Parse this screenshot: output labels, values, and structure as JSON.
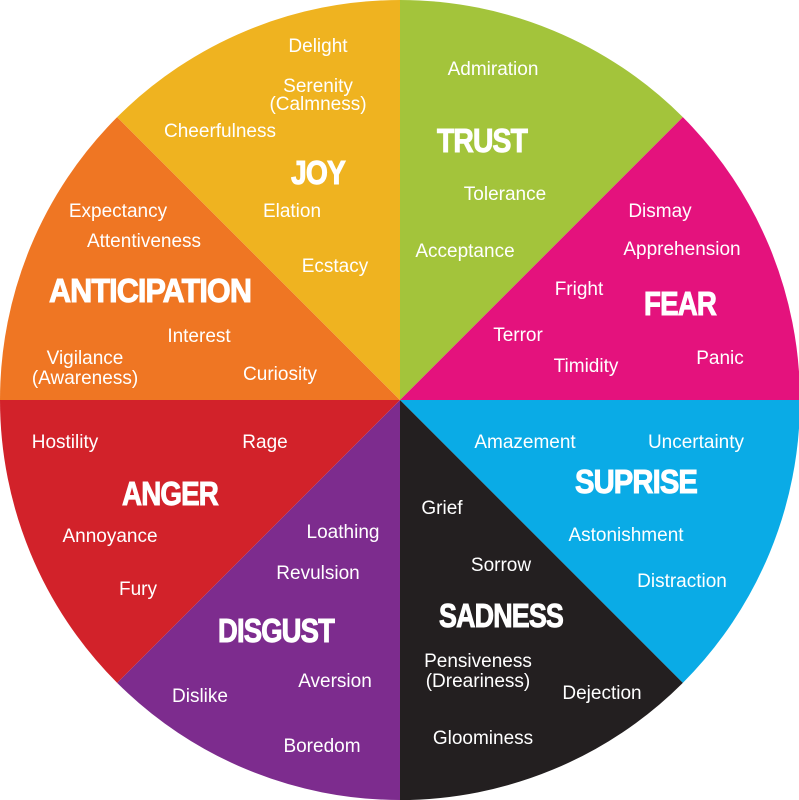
{
  "emotions": [
    {
      "name": "TRUST",
      "color": "#a3c43b",
      "labels": [
        "Admiration",
        "Tolerance",
        "Acceptance"
      ]
    },
    {
      "name": "FEAR",
      "color": "#e4127d",
      "labels": [
        "Dismay",
        "Apprehension",
        "Fright",
        "Terror",
        "Timidity",
        "Panic"
      ]
    },
    {
      "name": "SUPRISE",
      "color": "#0aabe6",
      "labels": [
        "Amazement",
        "Uncertainty",
        "Astonishment",
        "Distraction"
      ]
    },
    {
      "name": "SADNESS",
      "color": "#231f20",
      "labels": [
        "Grief",
        "Sorrow",
        "Pensiveness",
        "(Dreariness)",
        "Dejection",
        "Gloominess"
      ]
    },
    {
      "name": "DISGUST",
      "color": "#7d2c8e",
      "labels": [
        "Loathing",
        "Revulsion",
        "Aversion",
        "Dislike",
        "Boredom"
      ]
    },
    {
      "name": "ANGER",
      "color": "#d2222a",
      "labels": [
        "Hostility",
        "Rage",
        "Annoyance",
        "Fury"
      ]
    },
    {
      "name": "ANTICIPATION",
      "color": "#ef7623",
      "labels": [
        "Expectancy",
        "Attentiveness",
        "Interest",
        "Vigilance",
        "(Awareness)",
        "Curiosity"
      ]
    },
    {
      "name": "JOY",
      "color": "#efb320",
      "labels": [
        "Delight",
        "Serenity",
        "(Calmness)",
        "Cheerfulness",
        "Elation",
        "Ecstacy"
      ]
    }
  ]
}
